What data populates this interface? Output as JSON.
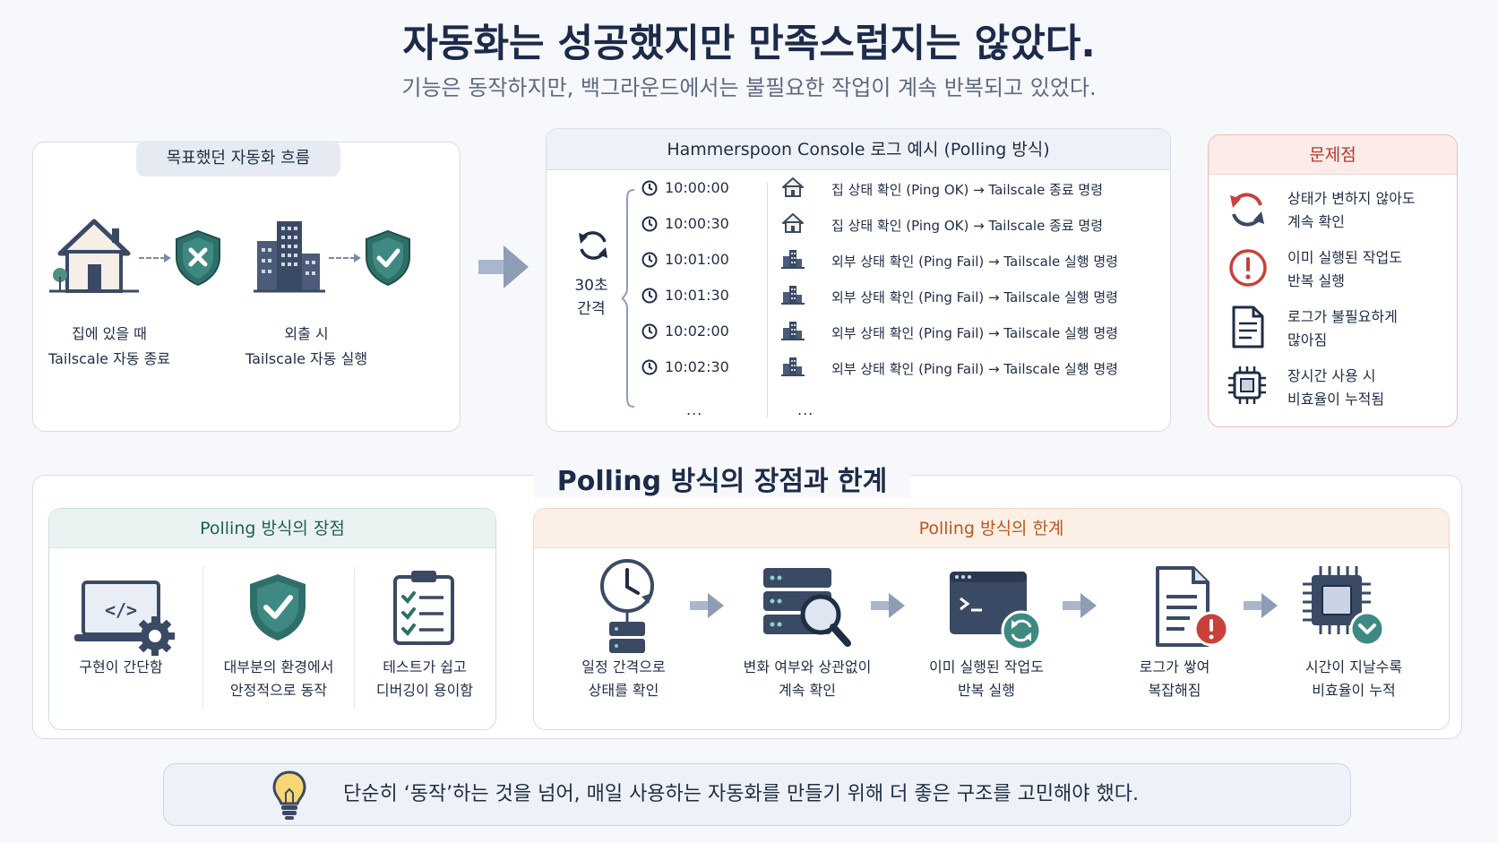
{
  "header": {
    "title": "자동화는 성공했지만 만족스럽지는 않았다.",
    "subtitle": "기능은 동작하지만, 백그라운드에서는 불필요한 작업이 계속 반복되고 있었다."
  },
  "goal_flow": {
    "title": "목표했던 자동화 흐름",
    "home_label_1": "집에 있을 때",
    "home_label_2": "Tailscale 자동 종료",
    "away_label_1": "외출 시",
    "away_label_2": "Tailscale 자동 실행"
  },
  "console": {
    "title": "Hammerspoon Console 로그 예시 (Polling 방식)",
    "interval_line1": "30초",
    "interval_line2": "간격",
    "ellipsis": "...",
    "logs": [
      {
        "time": "10:00:00",
        "icon": "house-icon",
        "message": "집 상태 확인 (Ping OK)  →  Tailscale 종료 명령"
      },
      {
        "time": "10:00:30",
        "icon": "house-icon",
        "message": "집 상태 확인 (Ping OK)  →  Tailscale 종료 명령"
      },
      {
        "time": "10:01:00",
        "icon": "building-icon",
        "message": "외부 상태 확인 (Ping Fail)  →  Tailscale 실행 명령"
      },
      {
        "time": "10:01:30",
        "icon": "building-icon",
        "message": "외부 상태 확인 (Ping Fail)  →  Tailscale 실행 명령"
      },
      {
        "time": "10:02:00",
        "icon": "building-icon",
        "message": "외부 상태 확인 (Ping Fail)  →  Tailscale 실행 명령"
      },
      {
        "time": "10:02:30",
        "icon": "building-icon",
        "message": "외부 상태 확인 (Ping Fail)  →  Tailscale 실행 명령"
      }
    ]
  },
  "problems": {
    "title": "문제점",
    "items": [
      {
        "icon": "refresh-icon",
        "line1": "상태가 변하지 않아도",
        "line2": "계속 확인"
      },
      {
        "icon": "alert-icon",
        "line1": "이미 실행된 작업도",
        "line2": "반복 실행"
      },
      {
        "icon": "document-icon",
        "line1": "로그가 불필요하게",
        "line2": "많아짐"
      },
      {
        "icon": "cpu-icon",
        "line1": "장시간 사용 시",
        "line2": "비효율이 누적됨"
      }
    ]
  },
  "section": {
    "title": "Polling 방식의 장점과 한계",
    "advantages": {
      "title": "Polling 방식의 장점",
      "items": [
        {
          "icon": "laptop-code-icon",
          "line1": "구현이 간단함",
          "line2": ""
        },
        {
          "icon": "shield-check-icon",
          "line1": "대부분의 환경에서",
          "line2": "안정적으로 동작"
        },
        {
          "icon": "checklist-icon",
          "line1": "테스트가 쉽고",
          "line2": "디버깅이 용이함"
        }
      ]
    },
    "limitations": {
      "title": "Polling 방식의 한계",
      "items": [
        {
          "icon": "clock-server-icon",
          "line1": "일정 간격으로",
          "line2": "상태를 확인"
        },
        {
          "icon": "server-search-icon",
          "line1": "변화 여부와 상관없이",
          "line2": "계속 확인"
        },
        {
          "icon": "terminal-refresh-icon",
          "line1": "이미 실행된 작업도",
          "line2": "반복 실행"
        },
        {
          "icon": "document-alert-icon",
          "line1": "로그가 쌓여",
          "line2": "복잡해짐"
        },
        {
          "icon": "chip-down-icon",
          "line1": "시간이 지날수록",
          "line2": "비효율이 누적"
        }
      ]
    }
  },
  "footer": {
    "text": "단순히 ‘동작’하는 것을 넘어, 매일 사용하는 자동화를 만들기 위해 더 좋은 구조를 고민해야 했다."
  },
  "colors": {
    "navy": "#1c2b4a",
    "teal": "#2f6f6a",
    "red": "#c8413a",
    "orange": "#b8581c",
    "slate": "#3b4a64"
  }
}
